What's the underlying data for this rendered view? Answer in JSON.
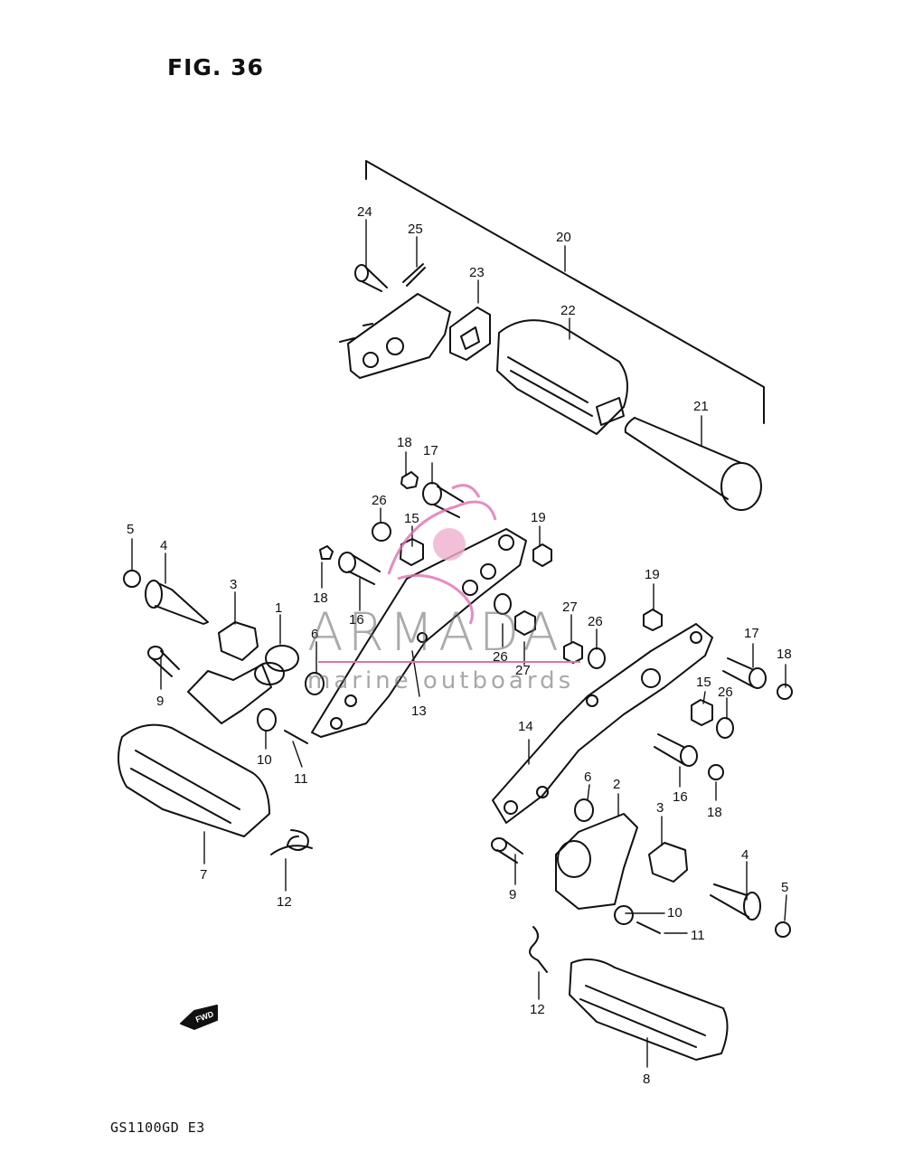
{
  "figure": {
    "title": "FIG. 36",
    "model_code": "GS1100GD  E3",
    "fwd_label": "FWD"
  },
  "watermark": {
    "brand": "ARMADA",
    "tagline": "marine outboards",
    "accent_color": "#e070b0"
  },
  "callouts": [
    {
      "id": "c1",
      "text": "1"
    },
    {
      "id": "c2",
      "text": "2"
    },
    {
      "id": "c3a",
      "text": "3"
    },
    {
      "id": "c3b",
      "text": "3"
    },
    {
      "id": "c4a",
      "text": "4"
    },
    {
      "id": "c4b",
      "text": "4"
    },
    {
      "id": "c5a",
      "text": "5"
    },
    {
      "id": "c5b",
      "text": "5"
    },
    {
      "id": "c6a",
      "text": "6"
    },
    {
      "id": "c6b",
      "text": "6"
    },
    {
      "id": "c7",
      "text": "7"
    },
    {
      "id": "c8",
      "text": "8"
    },
    {
      "id": "c9a",
      "text": "9"
    },
    {
      "id": "c9b",
      "text": "9"
    },
    {
      "id": "c10a",
      "text": "10"
    },
    {
      "id": "c10b",
      "text": "10"
    },
    {
      "id": "c11a",
      "text": "11"
    },
    {
      "id": "c11b",
      "text": "11"
    },
    {
      "id": "c12a",
      "text": "12"
    },
    {
      "id": "c12b",
      "text": "12"
    },
    {
      "id": "c13",
      "text": "13"
    },
    {
      "id": "c14",
      "text": "14"
    },
    {
      "id": "c15a",
      "text": "15"
    },
    {
      "id": "c15b",
      "text": "15"
    },
    {
      "id": "c16a",
      "text": "16"
    },
    {
      "id": "c16b",
      "text": "16"
    },
    {
      "id": "c17a",
      "text": "17"
    },
    {
      "id": "c17b",
      "text": "17"
    },
    {
      "id": "c18a",
      "text": "18"
    },
    {
      "id": "c18b",
      "text": "18"
    },
    {
      "id": "c18c",
      "text": "18"
    },
    {
      "id": "c18d",
      "text": "18"
    },
    {
      "id": "c19a",
      "text": "19"
    },
    {
      "id": "c19b",
      "text": "19"
    },
    {
      "id": "c20",
      "text": "20"
    },
    {
      "id": "c21",
      "text": "21"
    },
    {
      "id": "c22",
      "text": "22"
    },
    {
      "id": "c23",
      "text": "23"
    },
    {
      "id": "c24",
      "text": "24"
    },
    {
      "id": "c25",
      "text": "25"
    },
    {
      "id": "c26a",
      "text": "26"
    },
    {
      "id": "c26b",
      "text": "26"
    },
    {
      "id": "c26c",
      "text": "26"
    },
    {
      "id": "c26d",
      "text": "26"
    },
    {
      "id": "c27a",
      "text": "27"
    },
    {
      "id": "c27b",
      "text": "27"
    }
  ]
}
